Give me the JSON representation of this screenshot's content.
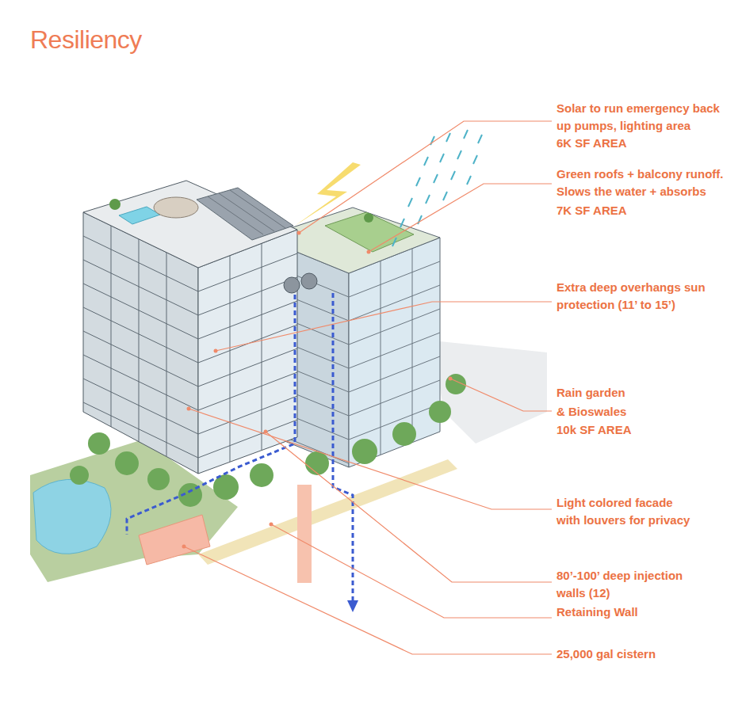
{
  "diagram": {
    "title": "Resiliency",
    "labels": [
      "Solar to run emergency back up pumps, lighting area",
      "6K SF AREA",
      "Green roofs + balcony runoff. Slows the water + absorbs",
      "7K SF AREA",
      "Extra deep overhangs sun protection (11’ to 15’)",
      "Rain garden & Bioswales",
      "10k SF AREA",
      "Light colored facade with louvers for privacy",
      "80’-100’ deep injection walls (12)",
      "Retaining Wall",
      "25,000 gal cistern"
    ]
  }
}
